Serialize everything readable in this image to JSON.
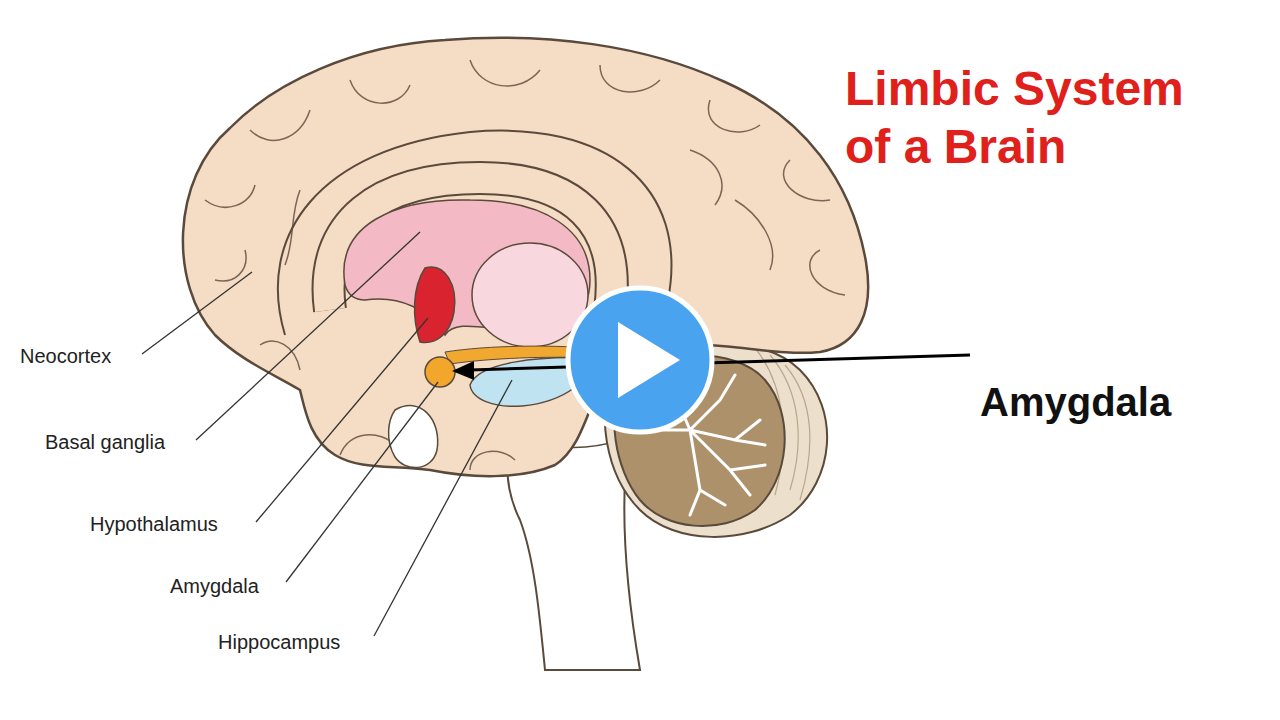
{
  "diagram": {
    "title": "Limbic System of a Brain",
    "labels": [
      "Neocortex",
      "Basal ganglia",
      "Hypothalamus",
      "Amygdala",
      "Hippocampus",
      "Amygdala"
    ]
  }
}
